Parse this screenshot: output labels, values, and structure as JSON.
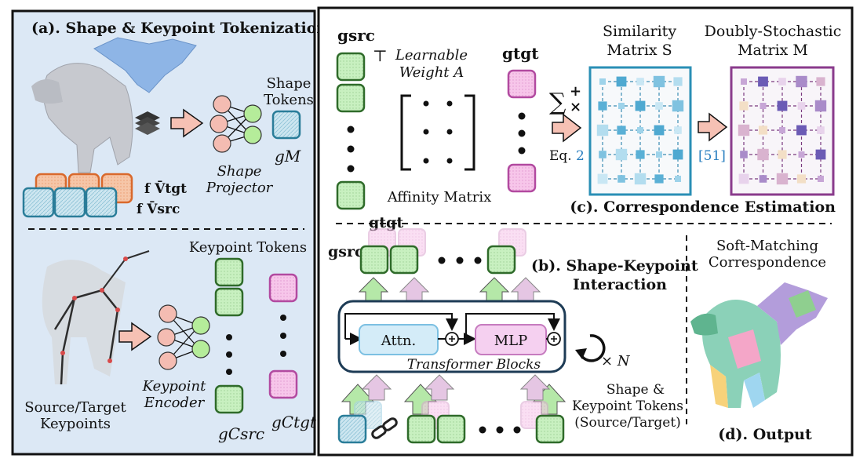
{
  "panel_a": {
    "title": "(a). Shape & Keypoint Tokenization",
    "shape_tokens_label": [
      "Shape",
      "Tokens"
    ],
    "shape_projector_label": [
      "Shape",
      "Projector"
    ],
    "g_m_label": "gM",
    "f_tgt_label": "f V̄tgt",
    "f_src_label": "f V̄src",
    "keypoint_tokens_label": "Keypoint Tokens",
    "keypoint_encoder_label": [
      "Keypoint",
      "Encoder"
    ],
    "source_target_label": [
      "Source/Target",
      "Keypoints"
    ],
    "g_c_src_label": "gCsrc",
    "g_c_tgt_label": "gCtgt"
  },
  "panel_c": {
    "g_src_label": "gsrc",
    "transpose_symbol": "⊤",
    "learnable_weight_label": [
      "Learnable",
      "Weight A"
    ],
    "g_tgt_label": "gtgt",
    "affinity_label": "Affinity Matrix",
    "similarity_label": [
      "Similarity",
      "Matrix S"
    ],
    "doubly_label": [
      "Doubly-Stochastic",
      "Matrix M"
    ],
    "eq_label": "Eq.",
    "eq_num": "2",
    "ref_label": "[51]",
    "title": "(c). Correspondence Estimation",
    "sum_symbol": "∑",
    "plus_symbol": "+",
    "times_symbol": "×"
  },
  "panel_b": {
    "title": [
      "(b). Shape-Keypoint",
      "Interaction"
    ],
    "g_src_label": "gsrc",
    "g_tgt_label": "gtgt",
    "attn_label": "Attn.",
    "mlp_label": "MLP",
    "transformer_label": "Transformer Blocks",
    "repeat_label": "× N",
    "tokens_label": [
      "Shape &",
      "Keypoint Tokens",
      "(Source/Target)"
    ]
  },
  "panel_d": {
    "soft_label": [
      "Soft-Matching",
      "Correspondence"
    ],
    "title": "(d). Output"
  },
  "colors": {
    "panel_bg": "#dce8f5",
    "green_fill": "#c8f0c0",
    "green_stroke": "#2f6b2a",
    "pink_fill": "#f7c6ea",
    "pink_stroke": "#b24aa0",
    "teal_fill": "#cde6f0",
    "teal_stroke": "#2a7d99",
    "orange_fill": "#f6c6a8",
    "orange_stroke": "#d9692c",
    "arrow_fill": "#f6c1b4",
    "similarity_frame": "#2a8fb5",
    "doubly_frame": "#8a3b8c"
  }
}
